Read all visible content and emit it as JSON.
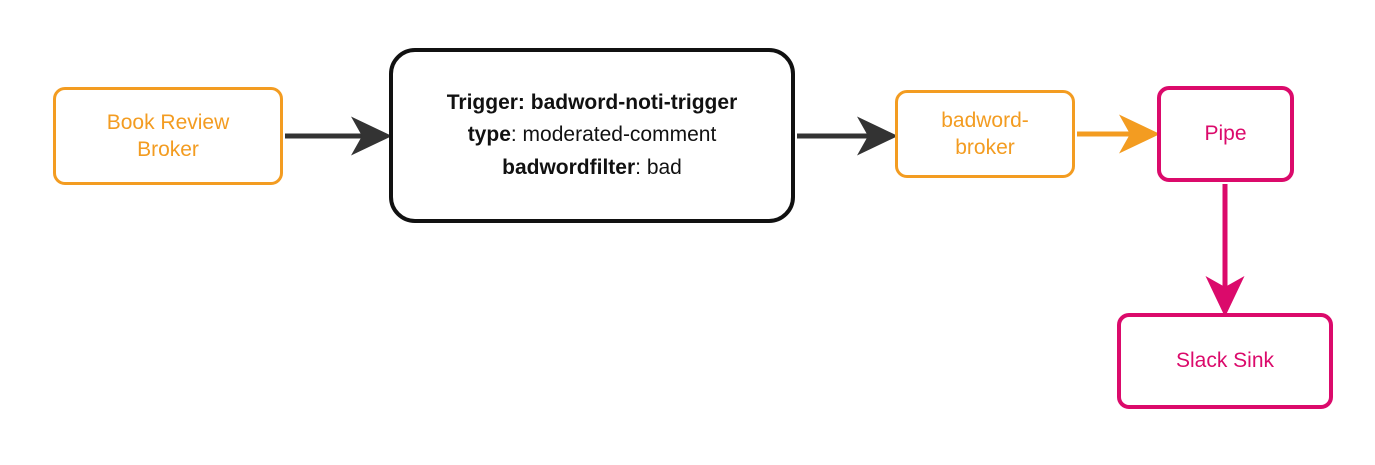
{
  "diagram": {
    "type": "flow-diagram",
    "colors": {
      "orange": "#F39C21",
      "crimson": "#DB0A6B",
      "black": "#111111",
      "arrow_dark": "#333333",
      "background": "#FFFFFF"
    },
    "nodes": [
      {
        "id": "book-review-broker",
        "label_line1": "Book Review",
        "label_line2": "Broker",
        "shape": "rounded-rect",
        "color": "#F39C21"
      },
      {
        "id": "badword-noti-trigger",
        "shape": "rounded-rect-large",
        "color": "#111111",
        "lines": [
          {
            "key": "Trigger:",
            "value": "badword-noti-trigger",
            "value_bold": true
          },
          {
            "key": "type",
            "separator": ": ",
            "value": "moderated-comment",
            "value_bold": false
          },
          {
            "key": "badwordfilter",
            "separator": ": ",
            "value": "bad",
            "value_bold": false
          }
        ]
      },
      {
        "id": "badword-broker",
        "label_line1": "badword-",
        "label_line2": "broker",
        "shape": "rounded-rect",
        "color": "#F39C21"
      },
      {
        "id": "pipe",
        "label_line1": "Pipe",
        "shape": "rounded-rect",
        "color": "#DB0A6B"
      },
      {
        "id": "slack-sink",
        "label_line1": "Slack Sink",
        "shape": "rounded-rect",
        "color": "#DB0A6B"
      }
    ],
    "edges": [
      {
        "id": "edge-book-review-broker-to-trigger",
        "from": "book-review-broker",
        "to": "badword-noti-trigger",
        "color": "#333333",
        "direction": "right"
      },
      {
        "id": "edge-trigger-to-badword-broker",
        "from": "badword-noti-trigger",
        "to": "badword-broker",
        "color": "#333333",
        "direction": "right"
      },
      {
        "id": "edge-badword-broker-to-pipe",
        "from": "badword-broker",
        "to": "pipe",
        "color": "#F39C21",
        "direction": "right"
      },
      {
        "id": "edge-pipe-to-slack-sink",
        "from": "pipe",
        "to": "slack-sink",
        "color": "#DB0A6B",
        "direction": "down"
      }
    ]
  }
}
